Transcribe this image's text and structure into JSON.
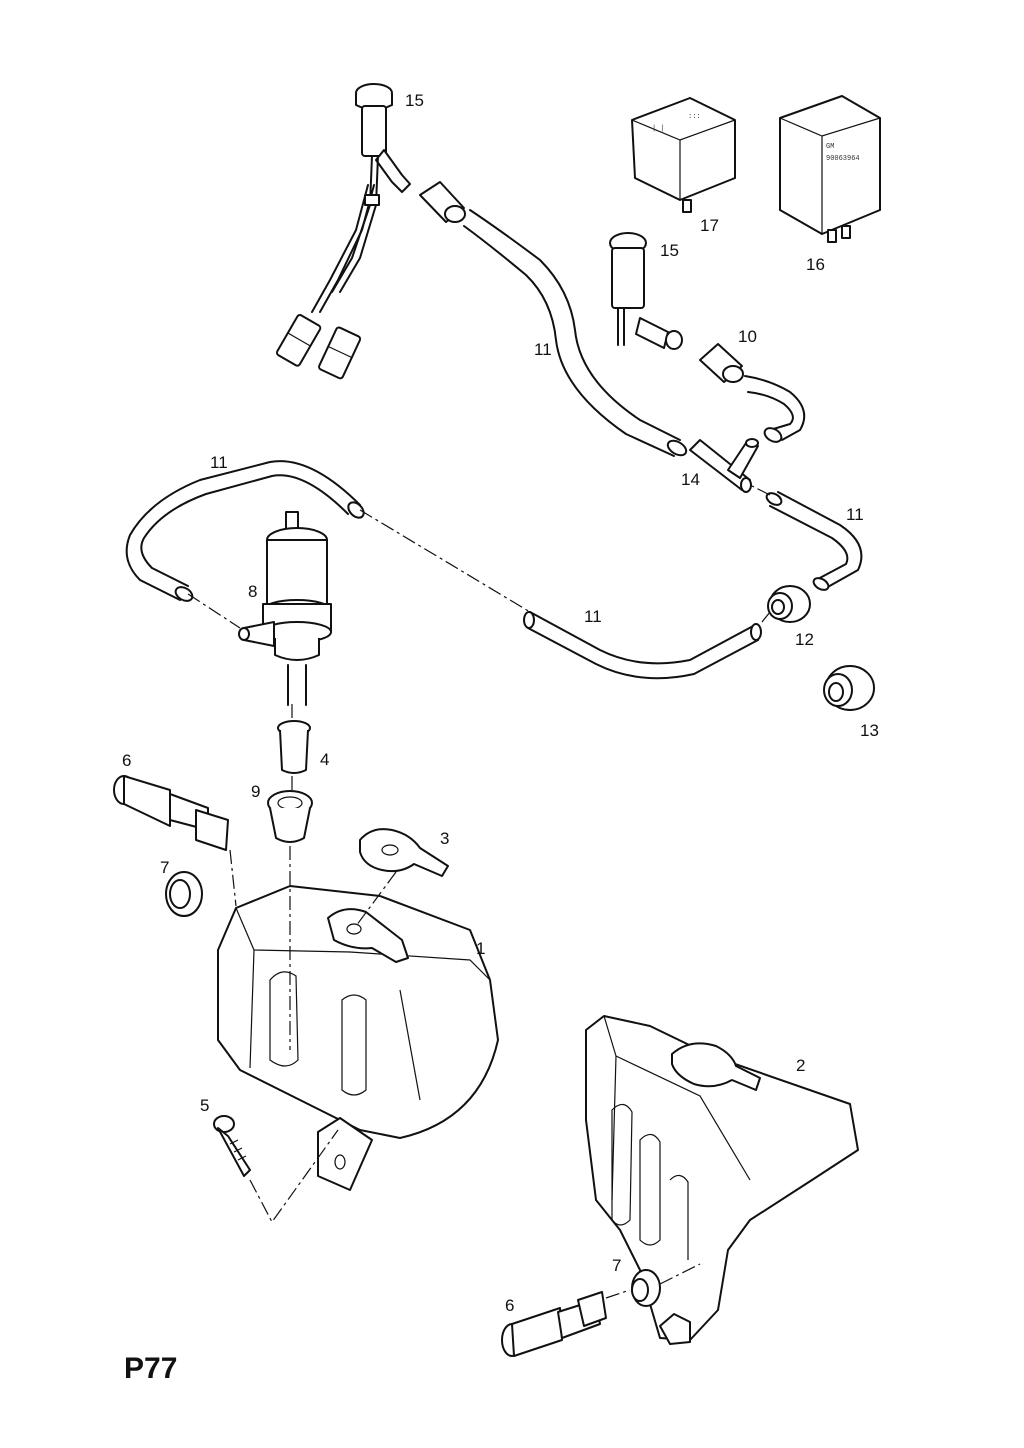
{
  "sheet_code": "P77",
  "callouts": {
    "c1": "1",
    "c2": "2",
    "c3": "3",
    "c4": "4",
    "c5": "5",
    "c6a": "6",
    "c6b": "6",
    "c7a": "7",
    "c7b": "7",
    "c8": "8",
    "c9": "9",
    "c10": "10",
    "c11a": "11",
    "c11b": "11",
    "c11c": "11",
    "c11d": "11",
    "c12": "12",
    "c13": "13",
    "c14": "14",
    "c15a": "15",
    "c15b": "15",
    "c16": "16",
    "c17": "17"
  },
  "relay_16_text": {
    "brand": "GM",
    "part_no": "90063964"
  }
}
